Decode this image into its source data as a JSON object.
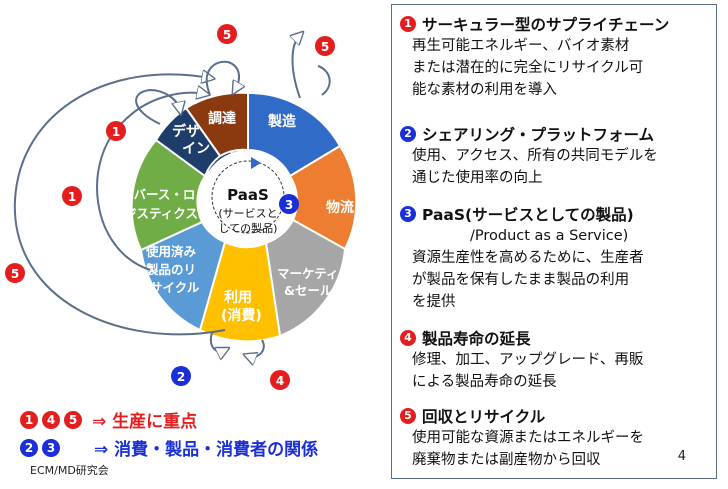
{
  "cycle": {
    "center_title": "PaaS",
    "center_sub_1": "(サービスと",
    "center_sub_2": "しての製品)",
    "segments": {
      "design": [
        "デザ",
        "イン"
      ],
      "procurement": "調達",
      "manufacturing": "製造",
      "logistics": "物流",
      "marketing": [
        "マーケティング",
        "&セールス"
      ],
      "use": [
        "利用",
        "(消費)"
      ],
      "recycle": [
        "使用済み",
        "製品のリ",
        "サイクル"
      ],
      "reverse": [
        "リバース・ロ",
        "ジスティクス"
      ]
    },
    "markers": {
      "m5_top_left": "5",
      "m5_top_right": "5",
      "m1_design": "1",
      "m1_outer": "1",
      "m5_left": "5",
      "m3_center": "3",
      "m2_bottom": "2",
      "m4_bottom": "4"
    }
  },
  "legend": {
    "row1_nums": [
      "1",
      "4",
      "5"
    ],
    "row1_text": "⇒ 生産に重点",
    "row2_nums": [
      "2",
      "3"
    ],
    "row2_text": "⇒ 消費・製品・消費者の関係"
  },
  "credit": "ECM/MD研究会",
  "items": [
    {
      "num": "1",
      "color": "red",
      "title": "サーキュラー型のサプライチェーン",
      "body": "再生可能エネルギー、バイオ素材\nまたは潜在的に完全にリサイクル可\n能な素材の利用を導入"
    },
    {
      "num": "2",
      "color": "blue",
      "title": "シェアリング・プラットフォーム",
      "body": "使用、アクセス、所有の共同モデルを\n通じた使用率の向上"
    },
    {
      "num": "3",
      "color": "blue",
      "title": "PaaS(サービスとしての製品)",
      "title2": "/Product as a Service)",
      "body": "資源生産性を高めるために、生産者\nが製品を保有したまま製品の利用\nを提供"
    },
    {
      "num": "4",
      "color": "red",
      "title": "製品寿命の延長",
      "body": "修理、加工、アップグレード、再販\nによる製品寿命の延長"
    },
    {
      "num": "5",
      "color": "red",
      "title": "回収とリサイクル",
      "body": "使用可能な資源またはエネルギーを\n廃棄物または副産物から回収"
    }
  ],
  "page_number": "4",
  "colors": {
    "red": "#e41e1e",
    "blue": "#1b2fd6",
    "design": "#1f3d6b",
    "procurement": "#8b3a0f",
    "manufacturing": "#2f6bc7",
    "logistics": "#ed7d31",
    "marketing": "#a6a6a6",
    "use": "#ffc000",
    "recycle": "#5b9bd5",
    "reverse": "#70ad47"
  }
}
